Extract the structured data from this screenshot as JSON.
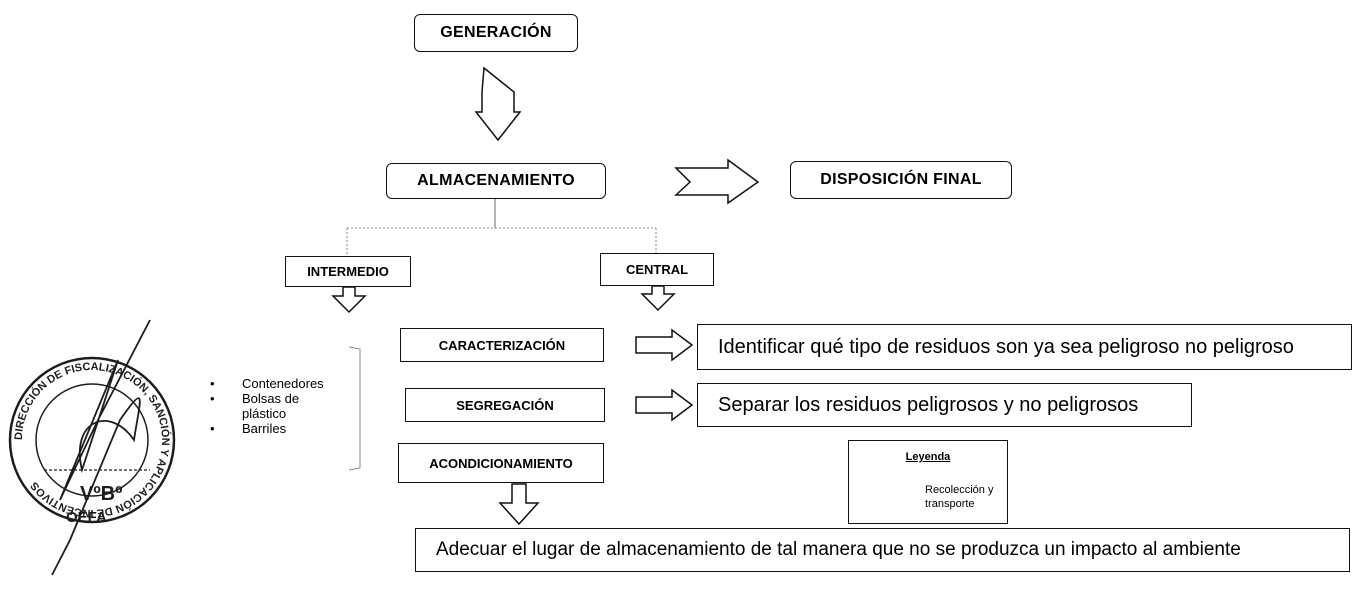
{
  "nodes": {
    "generacion": "GENERACIÓN",
    "almacenamiento": "ALMACENAMIENTO",
    "disposicion_final": "DISPOSICIÓN FINAL",
    "intermedio": "INTERMEDIO",
    "central": "CENTRAL",
    "caracterizacion": "CARACTERIZACIÓN",
    "segregacion": "SEGREGACIÓN",
    "acondicionamiento": "ACONDICIONAMIENTO"
  },
  "descriptions": {
    "caracterizacion": "Identificar qué tipo de residuos son ya sea peligroso no peligroso",
    "segregacion": "Separar los residuos peligrosos y no peligrosos",
    "acondicionamiento": "Adecuar el lugar de almacenamiento de tal manera que no se produzca un impacto al ambiente"
  },
  "containers": {
    "bullet": "•",
    "items": [
      "Contenedores",
      "Bolsas de plástico",
      "Barriles"
    ]
  },
  "legend": {
    "title": "Leyenda",
    "label": "Recolección y transporte"
  },
  "stamp": {
    "text": "DIRECCIÓN DE FISCALIZACIÓN, SANCIÓN Y APLICACIÓN DE INCENTIVOS",
    "center": "VºBº",
    "org": "OEFA"
  }
}
